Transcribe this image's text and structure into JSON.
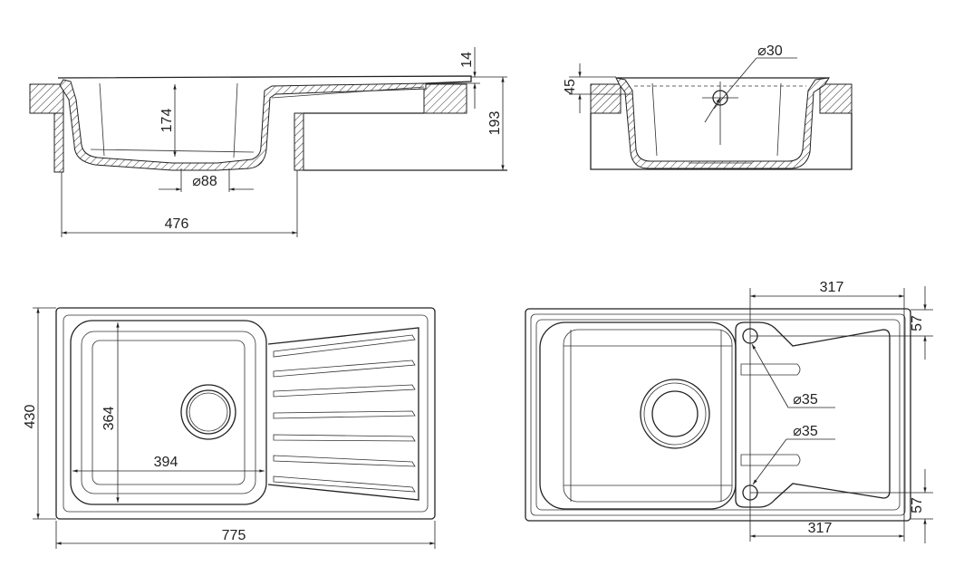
{
  "drawing": {
    "side_section": {
      "depth_label": "174",
      "height_label": "193",
      "rim_label": "14",
      "drain_label": "⌀88",
      "width_label": "476"
    },
    "end_section": {
      "rim_label": "45",
      "tap_hole_label": "⌀30"
    },
    "top_view_dimensions": {
      "height_label": "430",
      "bowl_height_label": "364",
      "bowl_width_label": "394",
      "width_label": "775"
    },
    "top_view_holes": {
      "top_offset_label": "317",
      "bottom_offset_label": "317",
      "top_edge_label": "57",
      "bottom_edge_label": "57",
      "hole1_label": "⌀35",
      "hole2_label": "⌀35"
    }
  }
}
